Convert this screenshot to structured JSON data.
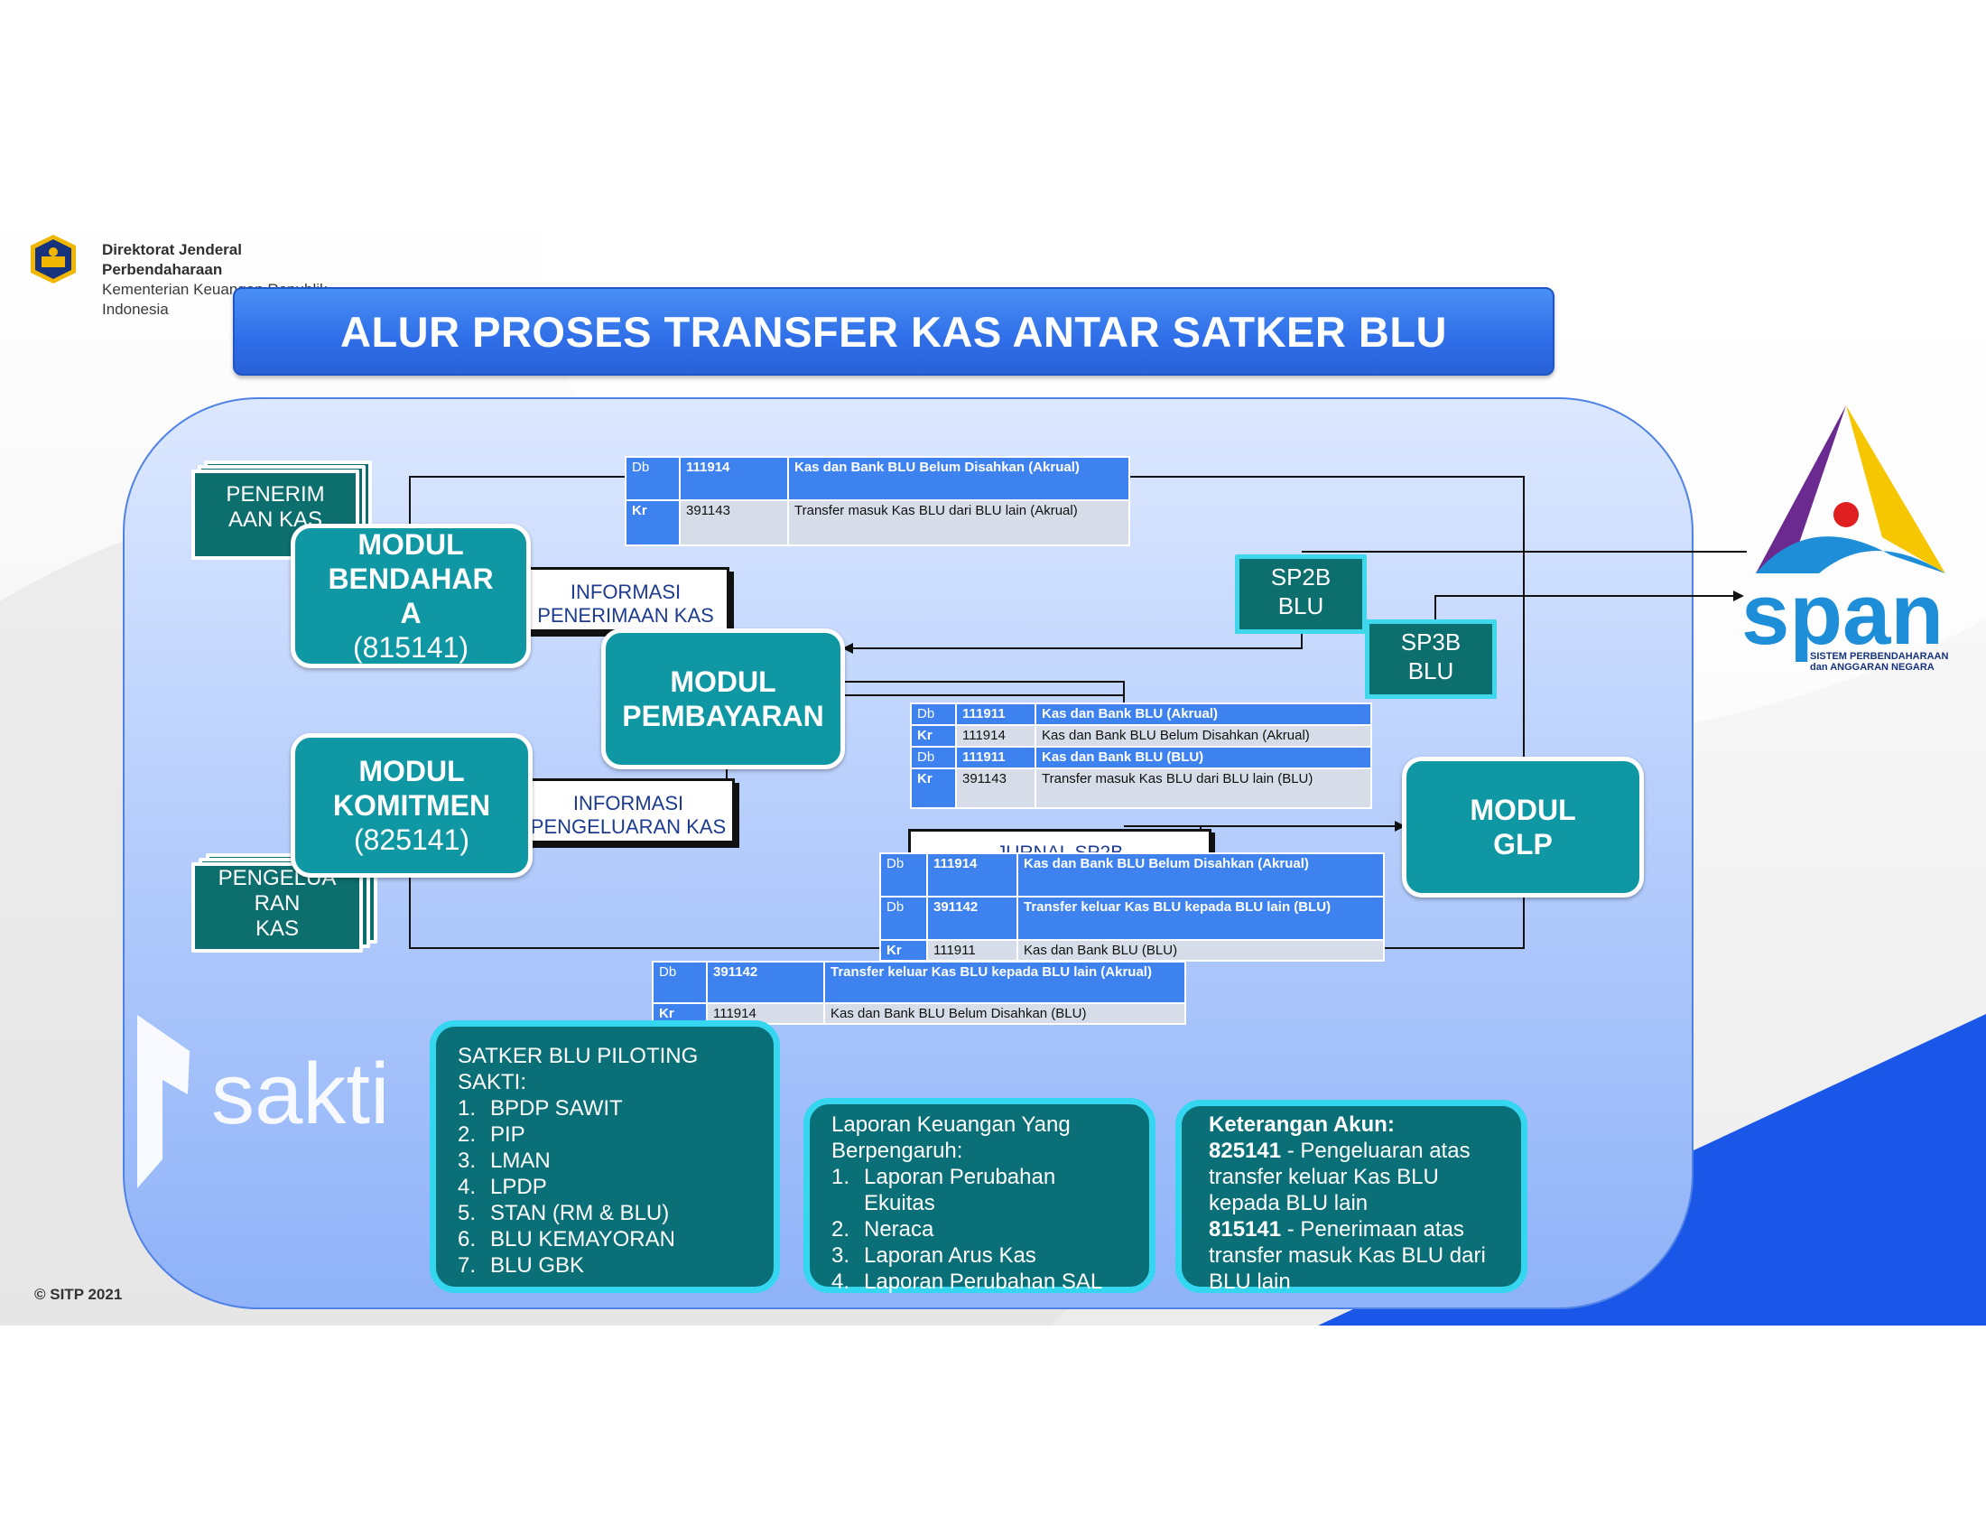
{
  "header": {
    "org_line1": "Direktorat Jenderal",
    "org_line2": "Perbendaharaan",
    "org_line3": "Kementerian Keuangan Republik",
    "org_line4": "Indonesia",
    "title": "ALUR PROSES TRANSFER KAS ANTAR SATKER BLU"
  },
  "modules": {
    "bendahara": {
      "line1": "MODUL",
      "line2": "BENDAHAR",
      "line3": "A",
      "code": "(815141)"
    },
    "komitmen": {
      "line1": "MODUL",
      "line2": "KOMITMEN",
      "code": "(825141)"
    },
    "pembayaran": {
      "line1": "MODUL",
      "line2": "PEMBAYARAN"
    },
    "glp": {
      "line1": "MODUL",
      "line2": "GLP"
    }
  },
  "documents": {
    "penerimaan": {
      "line1": "PENERIM",
      "line2": "AAN KAS"
    },
    "pengeluaran": {
      "line1": "PENGELUA",
      "line2": "RAN",
      "line3": "KAS"
    }
  },
  "info": {
    "penerimaan": {
      "line1": "INFORMASI",
      "line2": "PENERIMAAN KAS"
    },
    "pengeluaran": {
      "line1": "INFORMASI",
      "line2": "PENGELUARAN KAS"
    },
    "jurnal_tab": "JURNAL SP2B"
  },
  "sp": {
    "sp2b": {
      "line1": "SP2B",
      "line2": "BLU"
    },
    "sp3b": {
      "line1": "SP3B",
      "line2": "BLU"
    }
  },
  "journals": {
    "j1": [
      {
        "side": "Db",
        "acct": "111914",
        "desc": "Kas dan Bank BLU Belum Disahkan (Akrual)"
      },
      {
        "side": "Kr",
        "acct": "391143",
        "desc": "Transfer masuk Kas BLU dari BLU lain (Akrual)"
      }
    ],
    "j2": [
      {
        "side": "Db",
        "acct": "111911",
        "desc": "Kas dan Bank BLU (Akrual)"
      },
      {
        "side": "Kr",
        "acct": "111914",
        "desc": "Kas dan Bank BLU Belum Disahkan (Akrual)"
      },
      {
        "side": "Db",
        "acct": "111911",
        "desc": "Kas dan Bank BLU (BLU)"
      },
      {
        "side": "Kr",
        "acct": "391143",
        "desc": "Transfer masuk Kas BLU dari BLU lain (BLU)"
      }
    ],
    "j3": [
      {
        "side": "Db",
        "acct": "111914",
        "desc": "Kas dan Bank BLU Belum Disahkan (Akrual)"
      },
      {
        "side": "Db",
        "acct": "391142",
        "desc": "Transfer keluar Kas BLU kepada BLU lain (BLU)"
      },
      {
        "side": "Kr",
        "acct": "111911",
        "desc": "Kas dan Bank BLU (BLU)"
      }
    ],
    "j4": [
      {
        "side": "Db",
        "acct": "391142",
        "desc": "Transfer keluar Kas BLU kepada BLU lain (Akrual)"
      },
      {
        "side": "Kr",
        "acct": "111914",
        "desc": "Kas dan Bank BLU Belum Disahkan (BLU)"
      }
    ]
  },
  "piloting": {
    "heading1": "SATKER BLU PILOTING",
    "heading2": "SAKTI:",
    "items": [
      {
        "n": "1.",
        "t": "BPDP SAWIT"
      },
      {
        "n": "2.",
        "t": "PIP"
      },
      {
        "n": "3.",
        "t": "LMAN"
      },
      {
        "n": "4.",
        "t": "LPDP"
      },
      {
        "n": "5.",
        "t": "STAN (RM & BLU)"
      },
      {
        "n": "6.",
        "t": "BLU KEMAYORAN"
      },
      {
        "n": "7.",
        "t": "BLU GBK"
      }
    ]
  },
  "laporan": {
    "heading1": "Laporan Keuangan Yang",
    "heading2": "Berpengaruh:",
    "items": [
      {
        "n": "1.",
        "t": "Laporan Perubahan Ekuitas"
      },
      {
        "n": "2.",
        "t": "Neraca"
      },
      {
        "n": "3.",
        "t": "Laporan Arus Kas"
      },
      {
        "n": "4.",
        "t": "Laporan Perubahan SAL"
      }
    ]
  },
  "keterangan": {
    "heading": "Keterangan Akun:",
    "code1": "825141",
    "desc1": " - Pengeluaran atas transfer keluar Kas BLU kepada BLU lain",
    "code2": "815141",
    "desc2": " - Penerimaan atas transfer masuk Kas BLU dari BLU lain"
  },
  "branding": {
    "sakti": "sakti",
    "span": "span",
    "span_tag1": "SISTEM PERBENDAHARAAN",
    "span_tag2": "dan ANGGARAN NEGARA",
    "copyright": "© SITP 2021"
  },
  "colors": {
    "title_blue": "#2f6ee8",
    "module_teal": "#0f97a3",
    "box_teal": "#0a6f76",
    "accent_cyan": "#35d6ef",
    "table_blue": "#3e82f0"
  }
}
